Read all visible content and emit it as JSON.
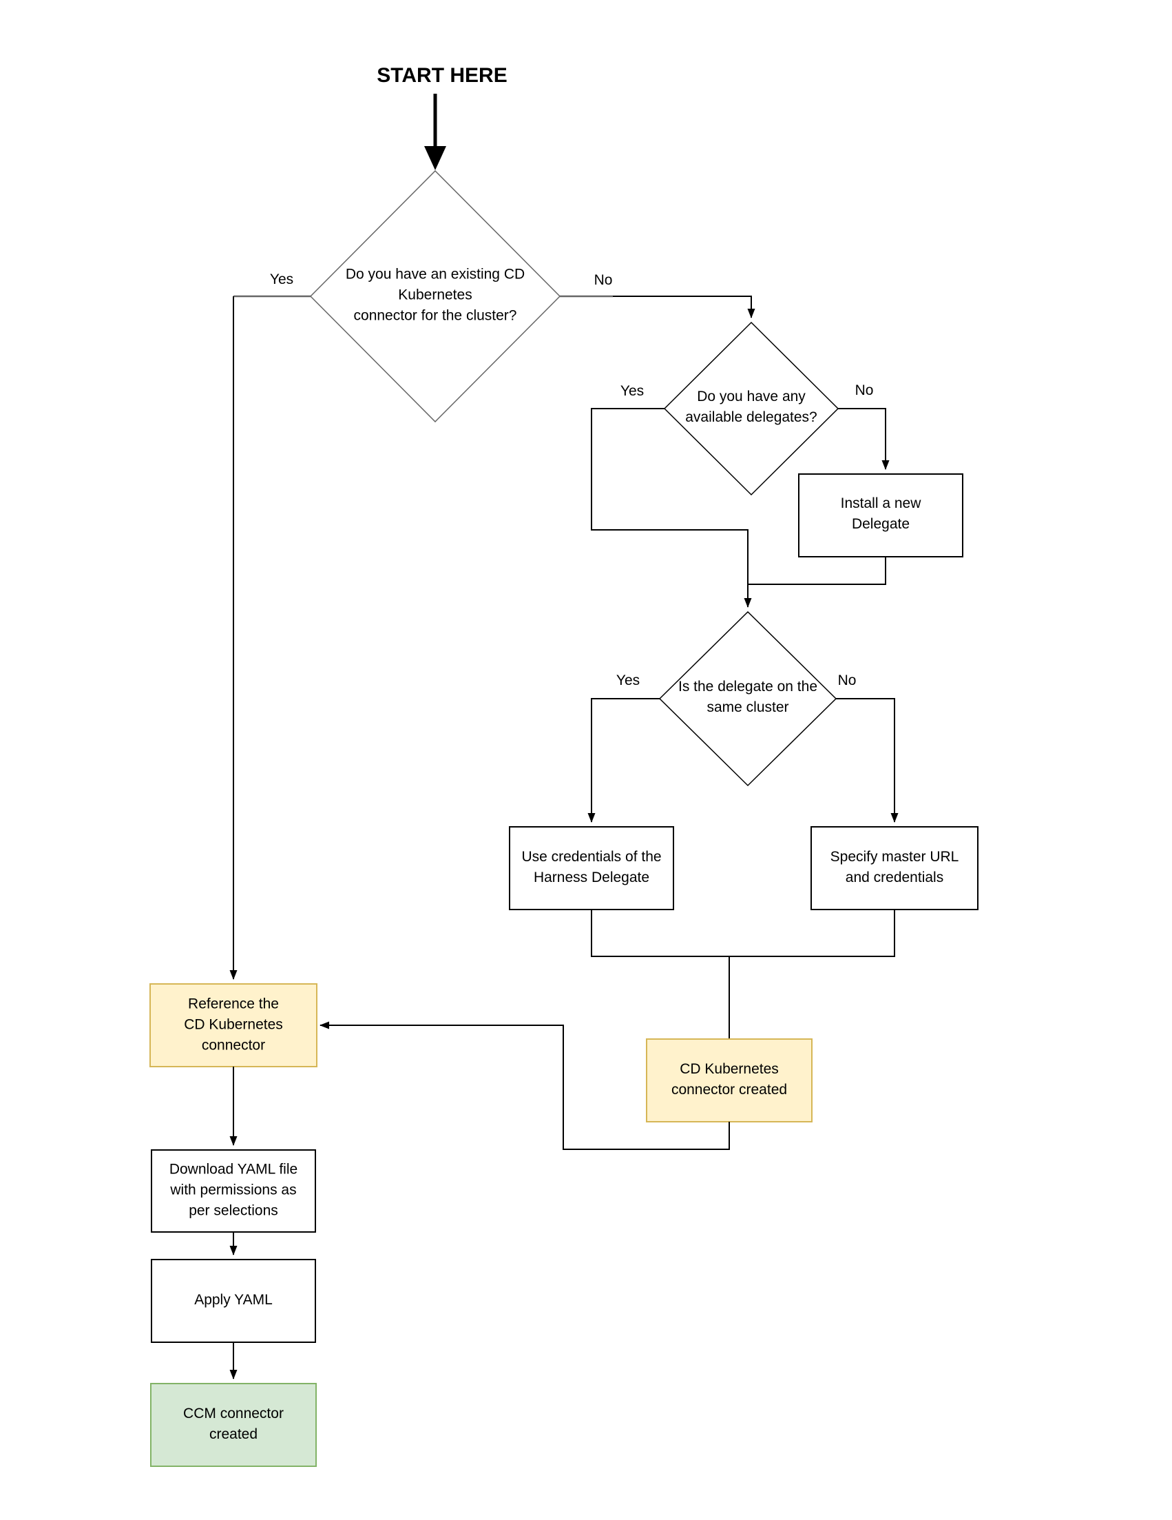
{
  "diagram": {
    "title": "START HERE",
    "nodes": {
      "existing_connector_decision": {
        "type": "decision",
        "label": "Do you have an existing CD\nKubernetes\nconnector for the cluster?"
      },
      "available_delegates_decision": {
        "type": "decision",
        "label": "Do you have any\navailable delegates?"
      },
      "same_cluster_decision": {
        "type": "decision",
        "label": "Is the delegate on the\nsame cluster"
      },
      "install_delegate": {
        "type": "process",
        "label": "Install a new\nDelegate"
      },
      "use_credentials": {
        "type": "process",
        "label": "Use credentials of the\nHarness Delegate"
      },
      "specify_master_url": {
        "type": "process",
        "label": "Specify master URL\nand credentials"
      },
      "cd_connector_created": {
        "type": "highlight",
        "label": "CD Kubernetes\nconnector created"
      },
      "reference_connector": {
        "type": "highlight",
        "label": "Reference the\nCD Kubernetes\nconnector"
      },
      "download_yaml": {
        "type": "process",
        "label": "Download YAML file\nwith permissions as\nper selections"
      },
      "apply_yaml": {
        "type": "process",
        "label": "Apply YAML"
      },
      "ccm_connector_created": {
        "type": "success",
        "label": "CCM connector\ncreated"
      }
    },
    "edge_labels": {
      "d1_yes": "Yes",
      "d1_no": "No",
      "d2_yes": "Yes",
      "d2_no": "No",
      "d3_yes": "Yes",
      "d3_no": "No"
    },
    "colors": {
      "highlight_fill": "#FFF2CC",
      "highlight_stroke": "#D6B656",
      "success_fill": "#D5E8D4",
      "success_stroke": "#82B366",
      "line": "#000000",
      "muted_line": "#666666",
      "background": "#FFFFFF"
    }
  }
}
